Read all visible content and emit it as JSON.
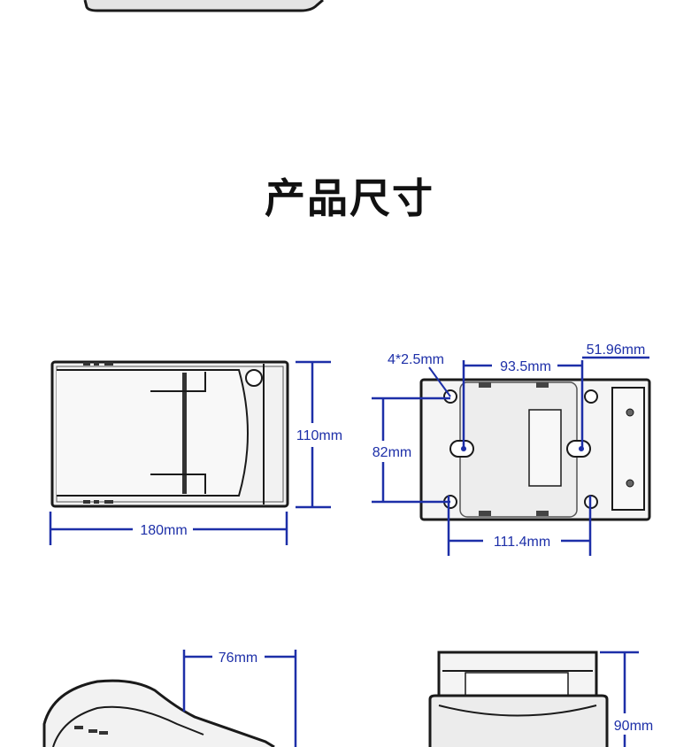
{
  "section_title": "产品尺寸",
  "colors": {
    "dimension": "#1d2fa8",
    "outline": "#1a1a1a",
    "fill": "#f2f2f2",
    "page": "#ffffff"
  },
  "views": {
    "top": {
      "width_label": "180mm",
      "depth_label": "110mm"
    },
    "bottom": {
      "hole_label": "4*2.5mm",
      "hole_spacing_label": "93.5mm",
      "edge_offset_label": "51.96mm",
      "vertical_spacing_label": "82mm",
      "horizontal_spacing_label": "111.4mm"
    },
    "side": {
      "depth_label": "76mm"
    },
    "front": {
      "height_label": "90mm"
    }
  }
}
